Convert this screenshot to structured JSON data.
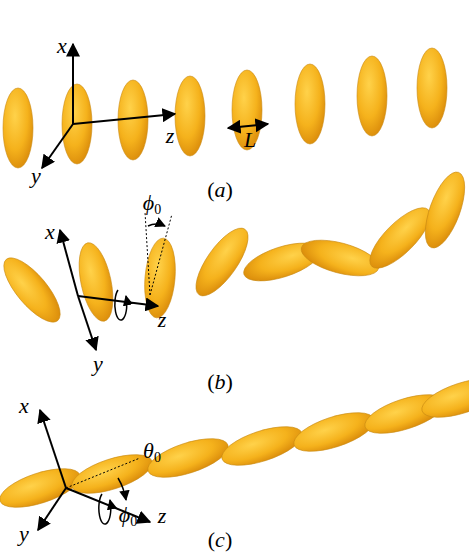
{
  "diagram": {
    "labels": [
      "x",
      "y",
      "z",
      "L",
      "(a)",
      "x",
      "y",
      "z",
      "ϕ0",
      "(b)",
      "x",
      "y",
      "z",
      "θ0",
      "ϕ0",
      "(c)"
    ]
  }
}
